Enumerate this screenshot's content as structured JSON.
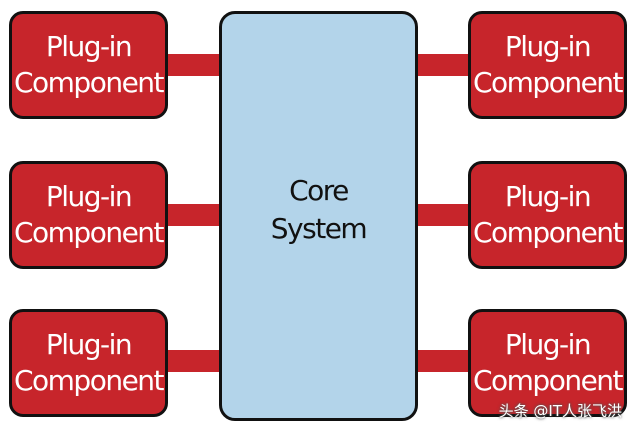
{
  "core": {
    "line1": "Core",
    "line2": "System"
  },
  "plugins": [
    {
      "line1": "Plug-in",
      "line2": "Component"
    },
    {
      "line1": "Plug-in",
      "line2": "Component"
    },
    {
      "line1": "Plug-in",
      "line2": "Component"
    },
    {
      "line1": "Plug-in",
      "line2": "Component"
    },
    {
      "line1": "Plug-in",
      "line2": "Component"
    },
    {
      "line1": "Plug-in",
      "line2": "Component"
    }
  ],
  "watermark": "头条 @IT人张飞洪",
  "colors": {
    "plugin_fill": "#c7252b",
    "core_fill": "#b3d4ea",
    "outline": "#111111"
  }
}
